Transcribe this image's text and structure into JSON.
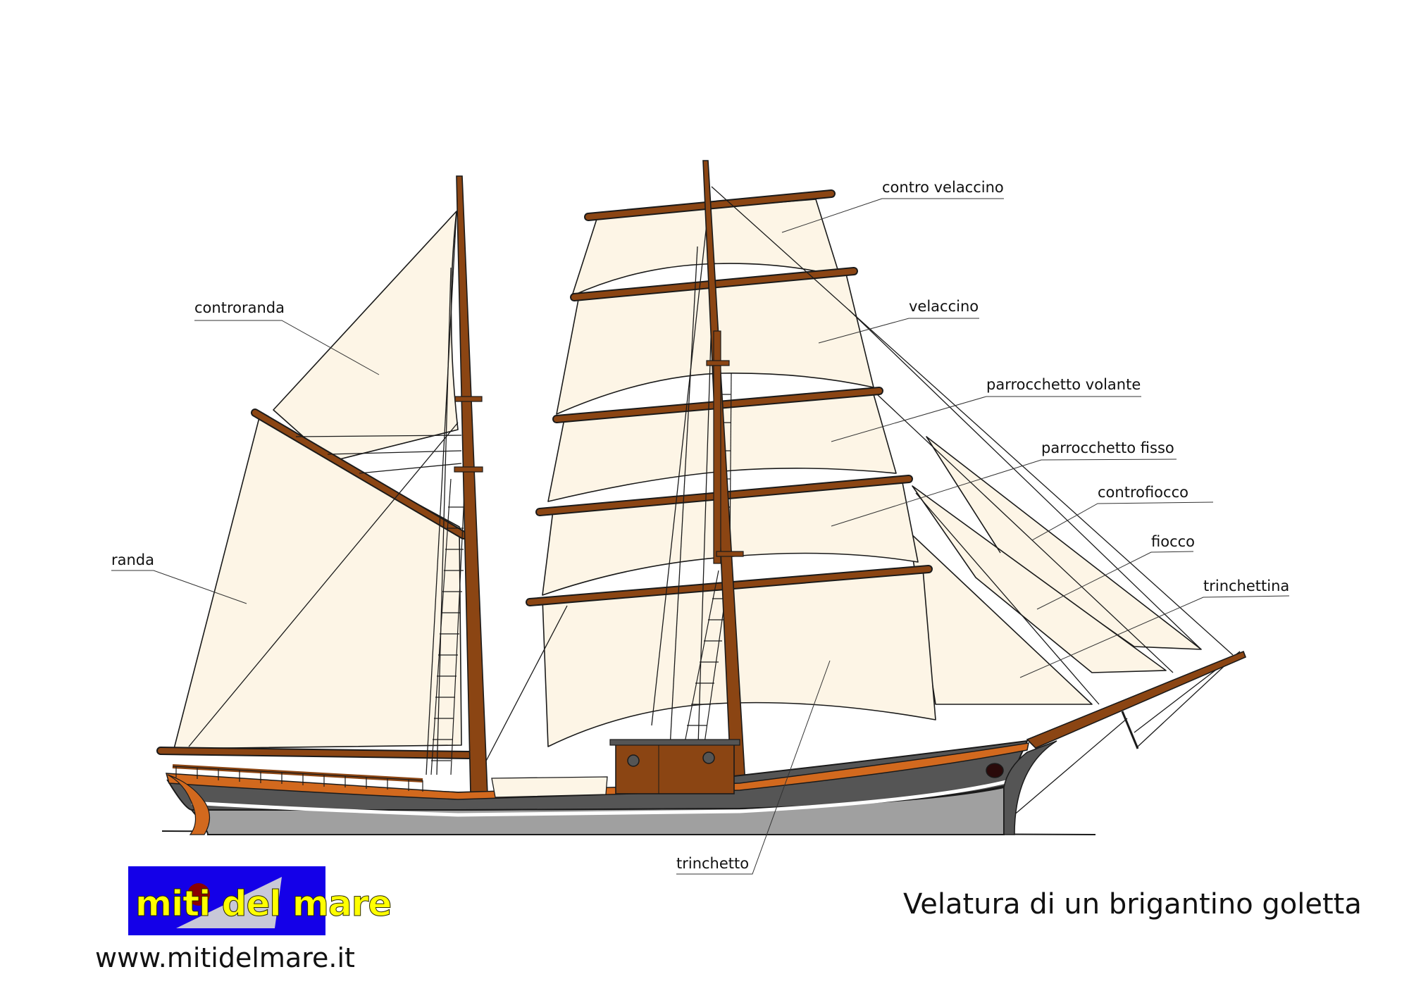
{
  "title": "Velatura di un brigantino goletta",
  "website": "www.mitidelmare.it",
  "logo": {
    "text": "miti del mare",
    "background": "#1400e8",
    "text_color": "#ffff00"
  },
  "colors": {
    "sail": "#fdf5e6",
    "wood": "#8b4513",
    "hull_dark": "#555555",
    "hull_light": "#a0a0a0",
    "trim": "#d2691e"
  },
  "labels": {
    "contro_velaccino": "contro velaccino",
    "velaccino": "velaccino",
    "parrocchetto_volante": "parrocchetto volante",
    "parrocchetto_fisso": "parrocchetto fisso",
    "controfiocco": "controfiocco",
    "fiocco": "fiocco",
    "trinchettina": "trinchettina",
    "controranda": "controranda",
    "randa": "randa",
    "trinchetto": "trinchetto"
  }
}
